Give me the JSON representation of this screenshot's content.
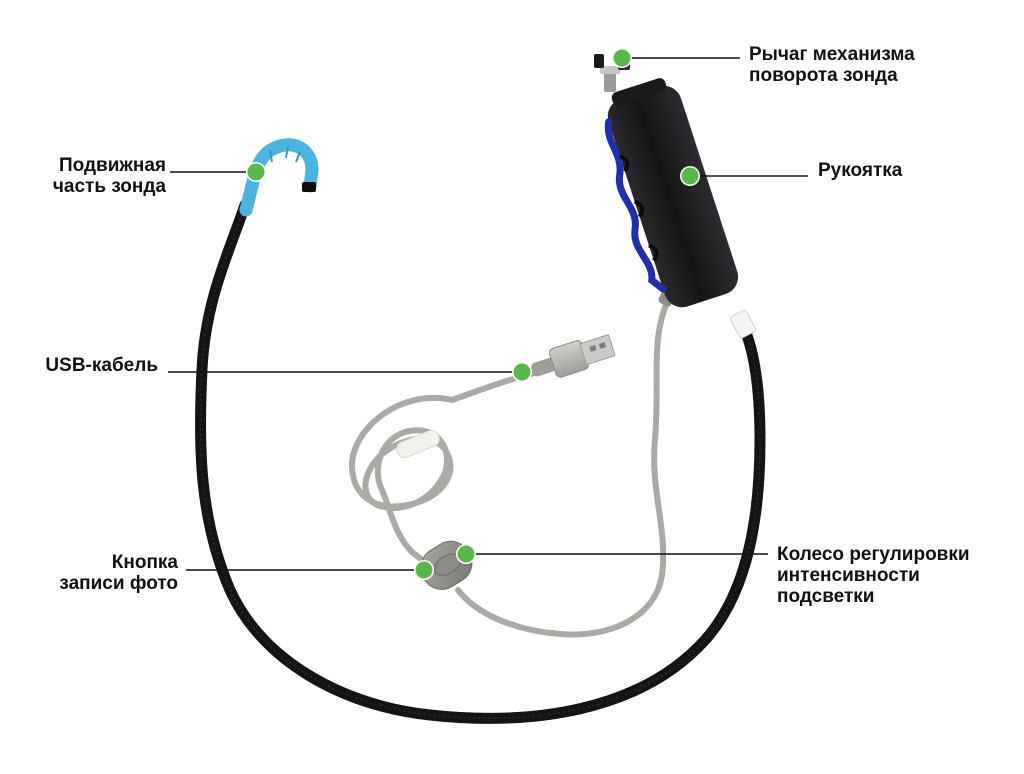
{
  "colors": {
    "marker": "#5ab84a",
    "leader_line": "#111111",
    "probe_sheath": "#141414",
    "probe_tip": "#4ab3e0",
    "handle_body": "#1c1c1e",
    "handle_accent": "#1f2fa8",
    "usb_cable": "#aaa9a4",
    "usb_plug": "#b9b8b2"
  },
  "labels": {
    "lever": {
      "lines": [
        "Рычаг механизма",
        "поворота зонда"
      ]
    },
    "handle": {
      "lines": [
        "Рукоятка"
      ]
    },
    "probe_tip": {
      "lines": [
        "Подвижная",
        "часть зонда"
      ]
    },
    "usb": {
      "lines": [
        "USB-кабель"
      ]
    },
    "photo_button": {
      "lines": [
        "Кнопка",
        "записи фото"
      ]
    },
    "light_wheel": {
      "lines": [
        "Колесо регулировки",
        "интенсивности",
        "подсветки"
      ]
    }
  }
}
